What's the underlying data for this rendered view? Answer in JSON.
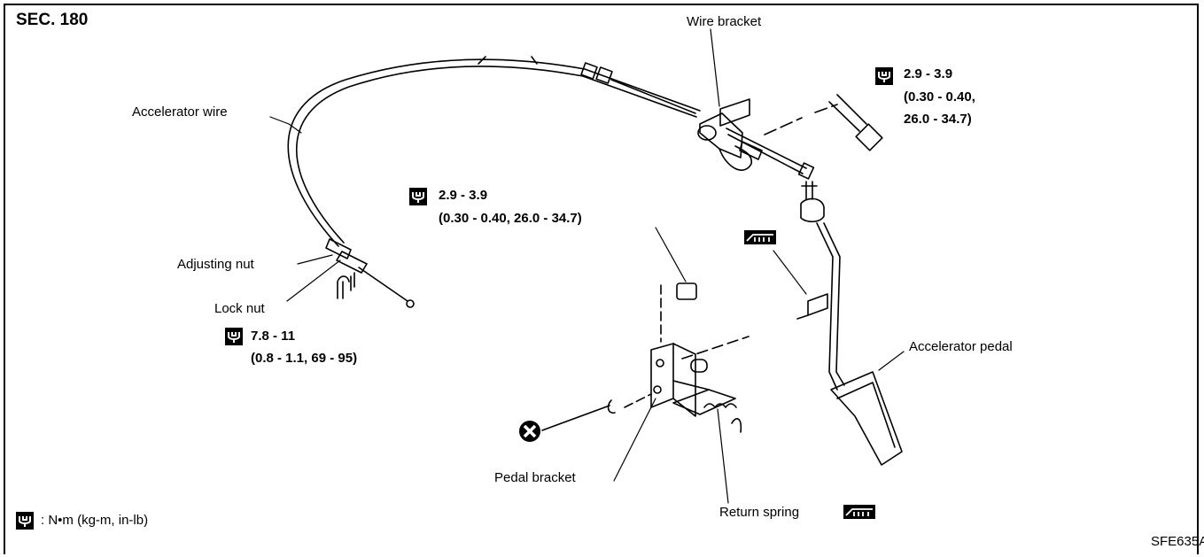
{
  "diagram": {
    "section": "SEC. 180",
    "figure_code": "SFE635A",
    "labels": {
      "wire_bracket": "Wire bracket",
      "accelerator_wire": "Accelerator wire",
      "adjusting_nut": "Adjusting nut",
      "lock_nut": "Lock nut",
      "accelerator_pedal": "Accelerator pedal",
      "pedal_bracket": "Pedal bracket",
      "return_spring": "Return spring"
    },
    "torque_specs": [
      {
        "line1": "2.9 - 3.9",
        "line2": "(0.30 - 0.40,",
        "line3": "26.0 - 34.7)"
      },
      {
        "line1": "2.9 - 3.9",
        "line2": "(0.30 - 0.40, 26.0 - 34.7)"
      },
      {
        "line1": "7.8 - 11",
        "line2": "(0.8 - 1.1, 69 - 95)"
      }
    ],
    "legend": {
      "text": ": N•m (kg-m, in-lb)"
    },
    "icons": [
      "torque-wrench-icon",
      "grease-icon",
      "non-reusable-part-icon"
    ]
  }
}
